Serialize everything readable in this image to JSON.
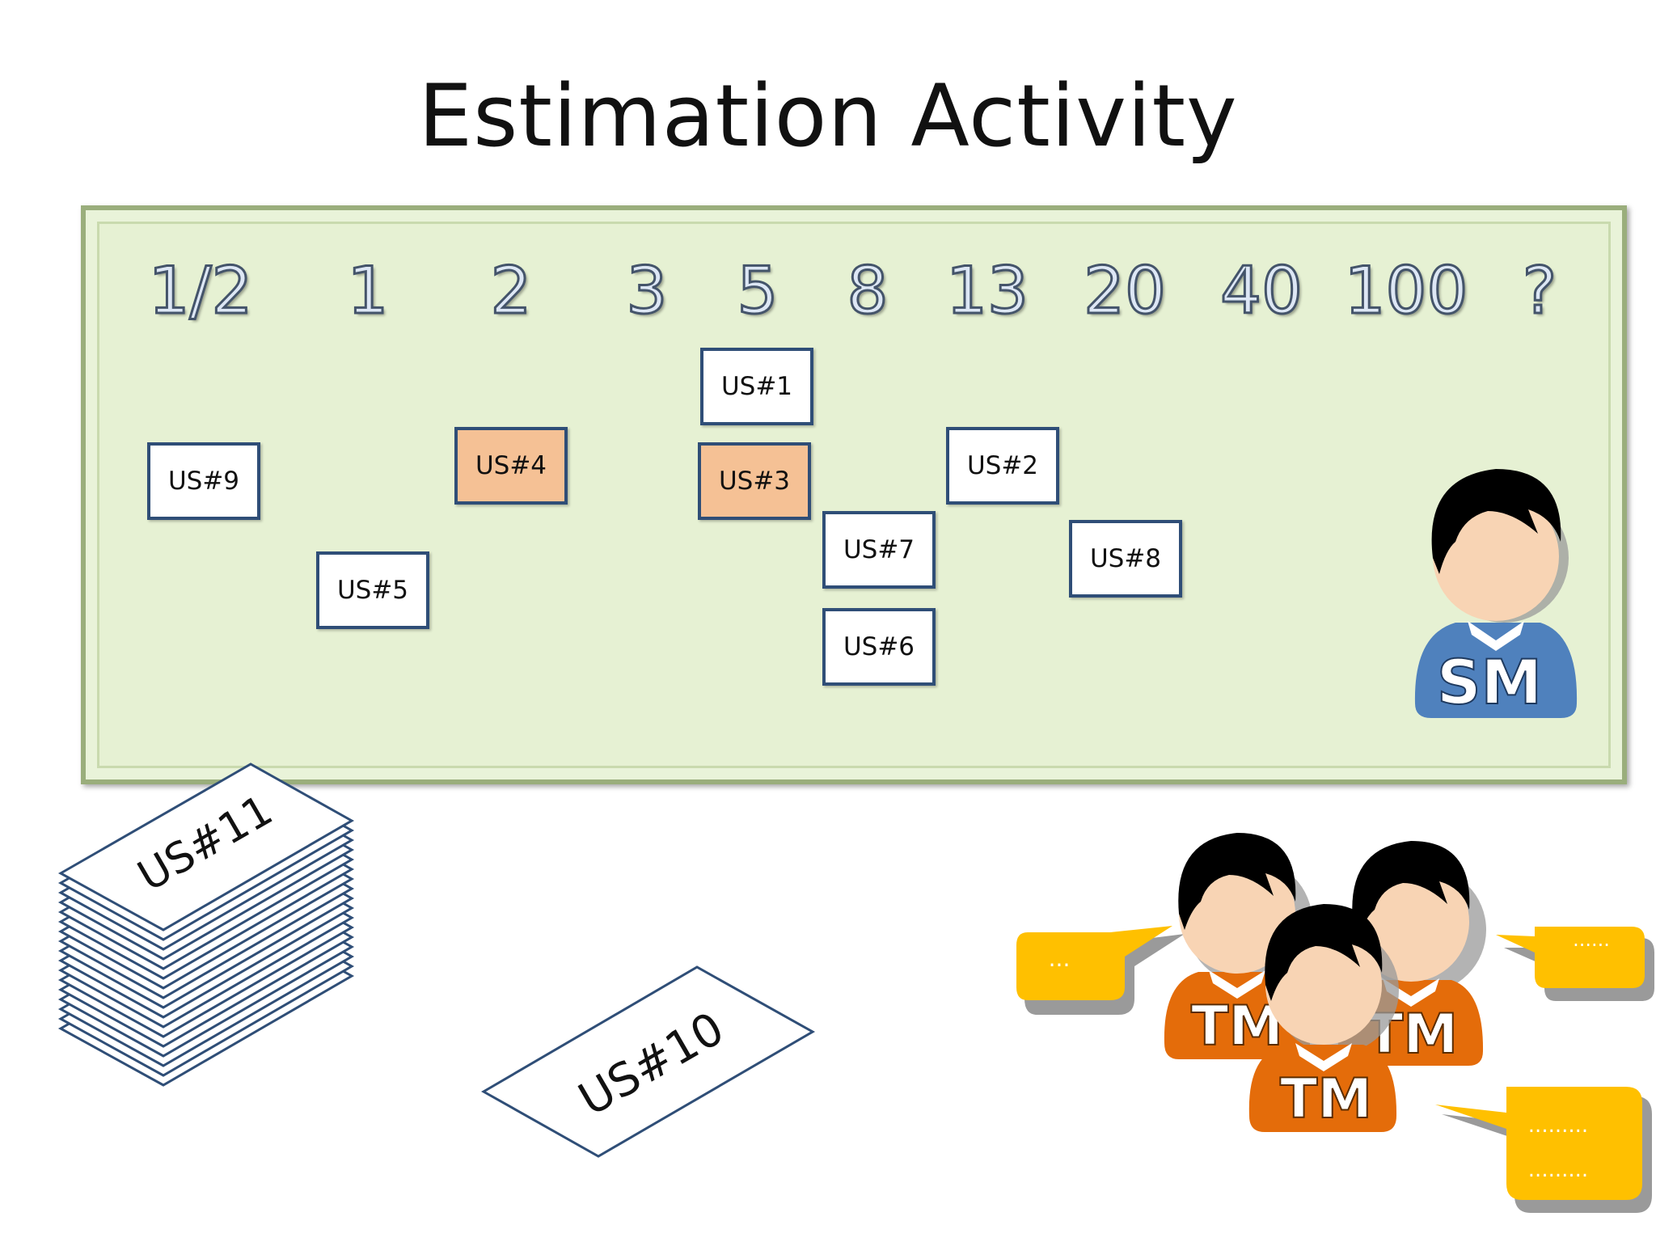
{
  "title": "Estimation Activity",
  "scale": [
    "1/2",
    "1",
    "2",
    "3",
    "5",
    "8",
    "13",
    "20",
    "40",
    "100",
    "?"
  ],
  "cards": {
    "us1": "US#1",
    "us2": "US#2",
    "us3": "US#3",
    "us4": "US#4",
    "us5": "US#5",
    "us6": "US#6",
    "us7": "US#7",
    "us8": "US#8",
    "us9": "US#9"
  },
  "backlog_stack": "US#11",
  "loose_card": "US#10",
  "scrum_master": "SM",
  "team_members": [
    "TM",
    "TM",
    "TM"
  ],
  "bubbles": [
    "...",
    "......",
    ".........",
    "........."
  ],
  "colors": {
    "board": "#e6f1d3",
    "card_border": "#2f4e77",
    "card_highlight": "#f5c195",
    "sm_shirt": "#4f81bd",
    "tm_shirt": "#e46c0a",
    "bubble": "#ffc000",
    "skin": "#f8d4b4"
  }
}
